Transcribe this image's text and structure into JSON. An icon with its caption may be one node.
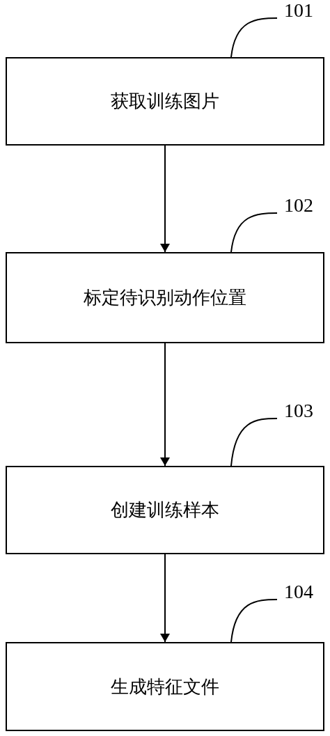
{
  "diagram": {
    "nodes": [
      {
        "text": [
          "101"
        ]
      },
      {
        "text": [
          "获取训练图片"
        ]
      },
      {
        "text": [
          "102"
        ]
      },
      {
        "text": [
          "标定待识别动作位置"
        ]
      },
      {
        "text": [
          "103"
        ]
      },
      {
        "text": [
          "创建训练样本"
        ]
      },
      {
        "text": [
          "104"
        ]
      },
      {
        "text": [
          "生成特征文件"
        ]
      }
    ],
    "edges": [
      {
        "from": 0,
        "to": 1,
        "arrow": "none"
      },
      {
        "from": 1,
        "to": 3,
        "arrow": "to"
      },
      {
        "from": 2,
        "to": 3,
        "arrow": "none"
      },
      {
        "from": 3,
        "to": 5,
        "arrow": "to"
      },
      {
        "from": 4,
        "to": 5,
        "arrow": "none"
      },
      {
        "from": 5,
        "to": 7,
        "arrow": "to"
      },
      {
        "from": 6,
        "to": 7,
        "arrow": "none"
      }
    ]
  }
}
